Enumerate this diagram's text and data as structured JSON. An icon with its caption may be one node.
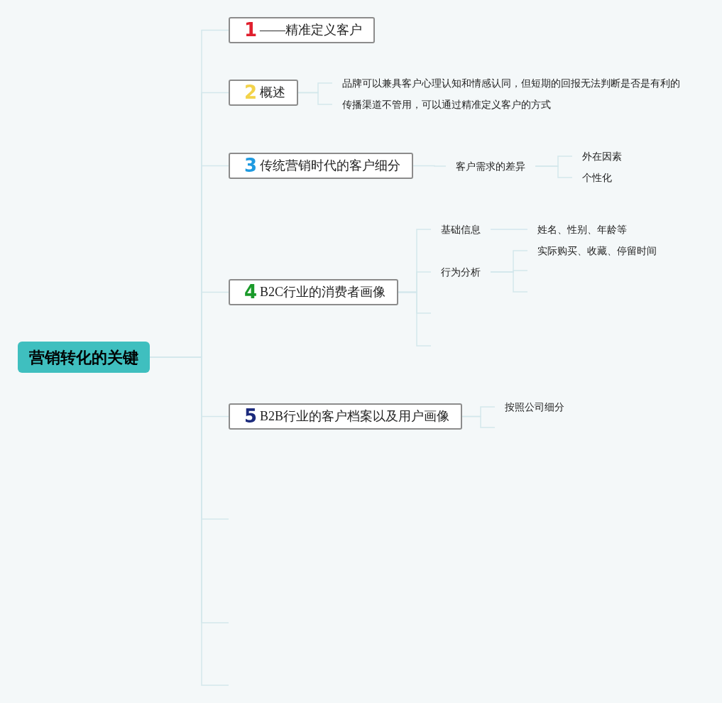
{
  "diagram": {
    "nodes": [
      {
        "text": [
          "营销转化的关键"
        ]
      },
      {
        "text": [
          "1",
          "——精准定义客户"
        ]
      },
      {
        "text": [
          "2",
          "概述"
        ]
      },
      {
        "text": [
          "品牌可以兼具客户心理认知和情感认同，但短期的回报无法判断是否是有利的"
        ]
      },
      {
        "text": [
          "传播渠道不管用，可以通过精准定义客户的方式"
        ]
      },
      {
        "text": [
          "3",
          "传统营销时代的客户细分"
        ]
      },
      {
        "text": [
          "客户需求的差异"
        ]
      },
      {
        "text": [
          "外在因素"
        ]
      },
      {
        "text": [
          "个性化"
        ]
      },
      {
        "text": [
          "4",
          "B2C行业的消费者画像"
        ]
      },
      {
        "text": [
          "基础信息"
        ]
      },
      {
        "text": [
          "姓名、性别、年龄等"
        ]
      },
      {
        "text": [
          "行为分析"
        ]
      },
      {
        "text": [
          "实际购买、收藏、停留时间"
        ]
      },
      {
        "text": [
          "5",
          "B2B行业的客户档案以及用户画像"
        ]
      },
      {
        "text": [
          "按照公司细分"
        ]
      }
    ],
    "edges": [
      {
        "from": 0,
        "to": 1,
        "arrow": "none"
      },
      {
        "from": 0,
        "to": 2,
        "arrow": "none"
      },
      {
        "from": 0,
        "to": 5,
        "arrow": "none"
      },
      {
        "from": 0,
        "to": 9,
        "arrow": "none"
      },
      {
        "from": 0,
        "to": 14,
        "arrow": "none"
      },
      {
        "from": 0,
        "to": null,
        "arrow": "none"
      },
      {
        "from": 0,
        "to": null,
        "arrow": "none"
      },
      {
        "from": 0,
        "to": null,
        "arrow": "none"
      },
      {
        "from": 2,
        "to": 3,
        "arrow": "none"
      },
      {
        "from": 2,
        "to": 4,
        "arrow": "none"
      },
      {
        "from": 5,
        "to": 6,
        "arrow": "none"
      },
      {
        "from": 6,
        "to": 7,
        "arrow": "none"
      },
      {
        "from": 6,
        "to": 8,
        "arrow": "none"
      },
      {
        "from": 9,
        "to": 10,
        "arrow": "none"
      },
      {
        "from": 9,
        "to": 12,
        "arrow": "none"
      },
      {
        "from": 9,
        "to": null,
        "arrow": "none"
      },
      {
        "from": 9,
        "to": null,
        "arrow": "none"
      },
      {
        "from": 10,
        "to": 11,
        "arrow": "none"
      },
      {
        "from": 12,
        "to": 13,
        "arrow": "none"
      },
      {
        "from": 12,
        "to": null,
        "arrow": "none"
      },
      {
        "from": 12,
        "to": null,
        "arrow": "none"
      },
      {
        "from": 14,
        "to": 15,
        "arrow": "none"
      },
      {
        "from": 14,
        "to": null,
        "arrow": "none"
      }
    ]
  }
}
